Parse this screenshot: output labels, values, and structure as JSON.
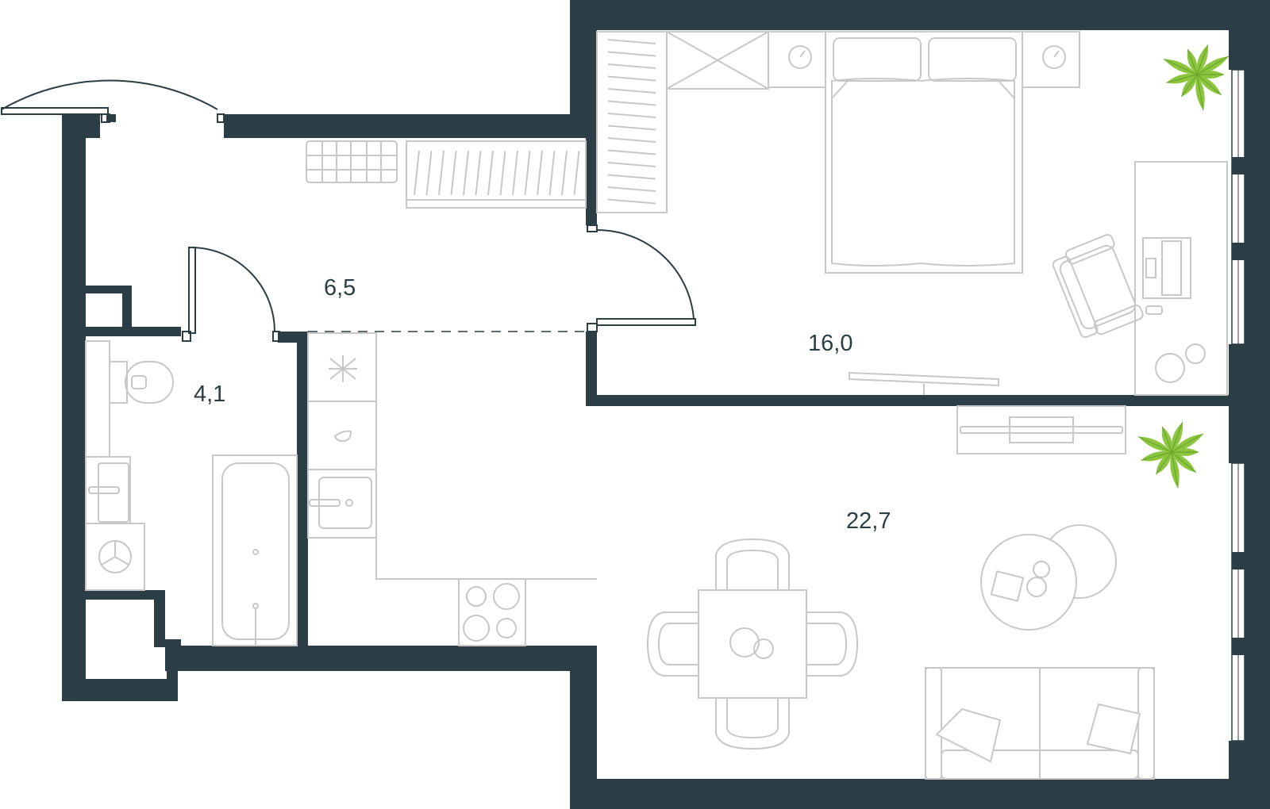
{
  "floor_plan": {
    "rooms": [
      {
        "id": "hallway",
        "area": "6,5"
      },
      {
        "id": "bathroom",
        "area": "4,1"
      },
      {
        "id": "bedroom",
        "area": "16,0"
      },
      {
        "id": "living-kitchen",
        "area": "22,7"
      }
    ],
    "colors": {
      "wall": "#2c3e45",
      "furniture": "#c8c8c8",
      "plant": "#8cc63f"
    }
  }
}
